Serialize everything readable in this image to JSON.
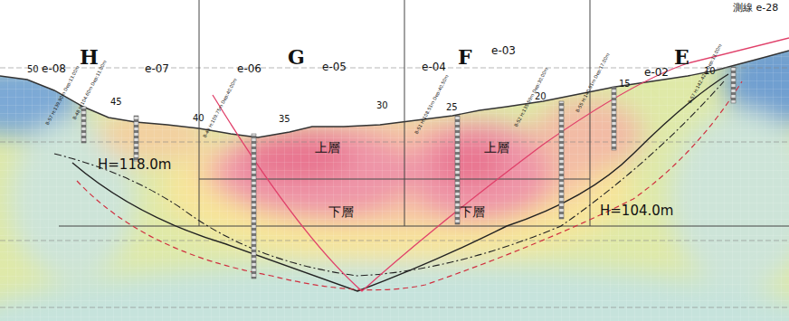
{
  "diagram": {
    "labels": [
      "測線 e-28",
      "H",
      "G",
      "F",
      "E",
      "50",
      "e-08",
      "45",
      "e-07",
      "40",
      "e-06",
      "35",
      "e-05",
      "30",
      "e-04",
      "25",
      "e-03",
      "20",
      "15",
      "e-02",
      "10",
      "B-57 H:139.90m Dep:13.00m",
      "B-48 H:104.60m Dep:11.00m",
      "B-49 H:109.75m Dep:40.00m",
      "B-51 H:108.51m Dep:40.50m",
      "B-52 H:135.59m Dep:30.00m",
      "B-55 H:140.51m Dep:17.00m",
      "B-57 H:142.42m Dep:13.00m",
      "上層",
      "上層",
      "下層",
      "下層",
      "H=118.0m",
      "H=104.0m"
    ]
  }
}
